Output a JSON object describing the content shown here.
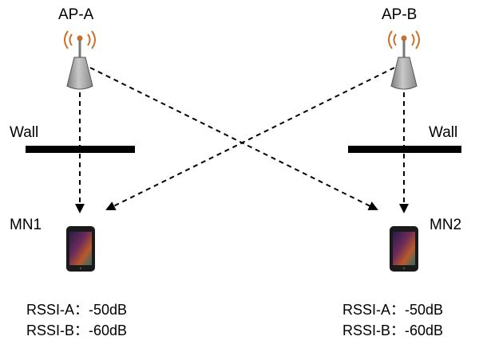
{
  "access_points": [
    {
      "label": "AP-A"
    },
    {
      "label": "AP-B"
    }
  ],
  "walls": [
    {
      "label": "Wall"
    },
    {
      "label": "Wall"
    }
  ],
  "mobile_nodes": [
    {
      "label": "MN1",
      "rssi_a": "RSSI-A：-50dB",
      "rssi_b": "RSSI-B：-60dB"
    },
    {
      "label": "MN2",
      "rssi_a": "RSSI-A：-50dB",
      "rssi_b": "RSSI-B：-60dB"
    }
  ],
  "colors": {
    "ap_body": "#9a9a9a",
    "ap_signal": "#c9702a",
    "wall": "#000000",
    "phone_body": "#1a1a1a"
  }
}
